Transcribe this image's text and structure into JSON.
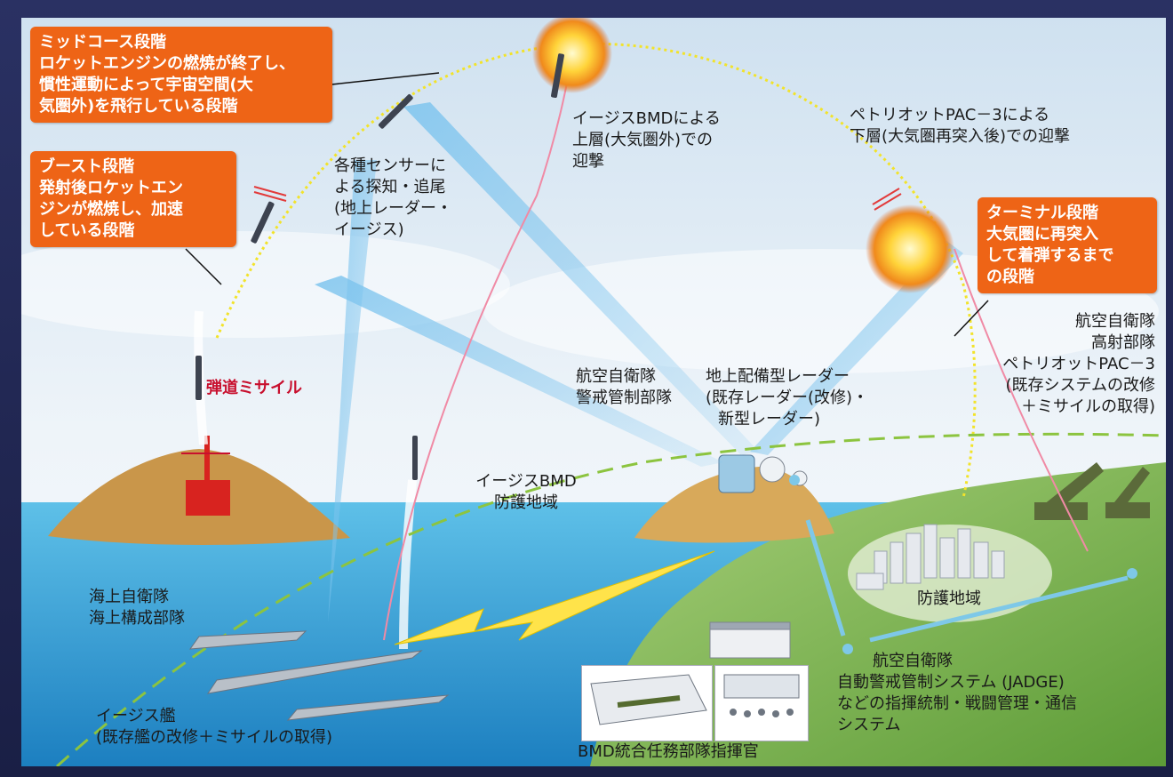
{
  "boxes": {
    "midcourse": [
      "ミッドコース段階",
      "ロケットエンジンの燃焼が終了し、",
      "慣性運動によって宇宙空間(大",
      "気圏外)を飛行している段階"
    ],
    "boost": [
      "ブースト段階",
      "発射後ロケットエン",
      "ジンが燃焼し、加速",
      "している段階"
    ],
    "terminal": [
      "ターミナル段階",
      "大気圏に再突入",
      "して着弾するまで",
      "の段階"
    ]
  },
  "labels": {
    "sensors": [
      "各種センサーに",
      "よる探知・追尾",
      "(地上レーダー・",
      "イージス)"
    ],
    "aegis_upper": [
      "イージスBMDによる",
      "上層(大気圏外)での",
      "迎撃"
    ],
    "patriot_lower": [
      "ペトリオットPAC－3による",
      "下層(大気圏再突入後)での迎撃"
    ],
    "ballistic_missile": "弾道ミサイル",
    "asdf_control": [
      "航空自衛隊",
      "警戒管制部隊"
    ],
    "ground_radar": [
      "地上配備型レーダー",
      "(既存レーダー(改修)・",
      "新型レーダー)"
    ],
    "asdf_patriot": [
      "航空自衛隊",
      "高射部隊",
      "ペトリオットPAC－3",
      "(既存システムの改修",
      "＋ミサイルの取得)"
    ],
    "aegis_area": [
      "イージスBMD",
      "防護地域"
    ],
    "msdf": [
      "海上自衛隊",
      "海上構成部隊"
    ],
    "protected_area": "防護地域",
    "asdf_jadge": [
      "航空自衛隊",
      "自動警戒管制システム (JADGE)",
      "などの指揮統制・戦闘管理・通信",
      "システム"
    ],
    "aegis_ship": [
      "イージス艦",
      "(既存艦の改修＋ミサイルの取得)"
    ],
    "bmd_commander": "BMD統合任務部隊指揮官"
  },
  "colors": {
    "orange_box": "#ee6416",
    "sky_top": "#d6e6f3",
    "sea": "#2a9bd6",
    "land": "#7fb84c",
    "trajectory": "#f2e32a",
    "defense_line": "#8cc43f",
    "sensor_beam": "#6fb8e8",
    "missile_title": "#c8102e"
  }
}
